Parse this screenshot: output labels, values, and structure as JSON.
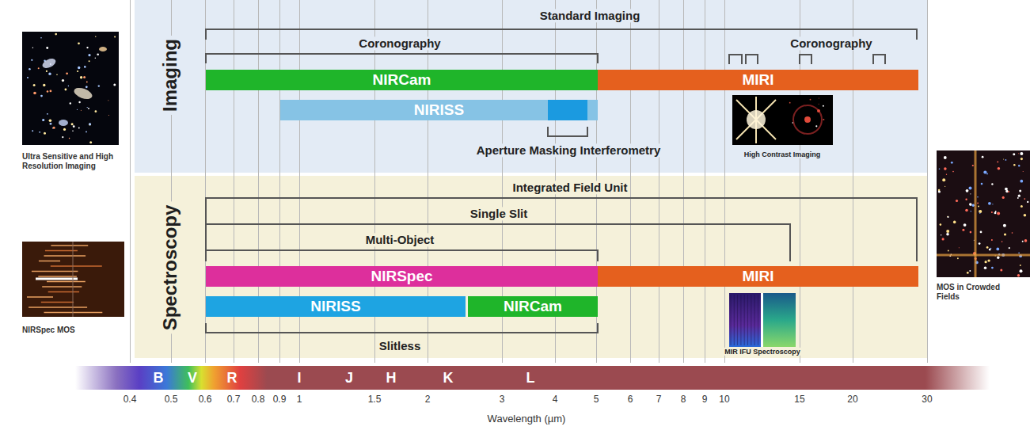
{
  "diagram": {
    "nodes": [
      {
        "text": [
          "Imaging"
        ]
      },
      {
        "text": [
          "NIRCam"
        ],
        "in": 0
      },
      {
        "text": [
          "MIRI"
        ],
        "in": 0
      },
      {
        "text": [
          "NIRISS"
        ],
        "in": 0
      },
      {
        "text": [
          "Spectroscopy"
        ]
      },
      {
        "text": [
          "NIRSpec"
        ],
        "in": 4
      },
      {
        "text": [
          "MIRI"
        ],
        "in": 4
      },
      {
        "text": [
          "NIRISS"
        ],
        "in": 4
      },
      {
        "text": [
          "NIRCam"
        ],
        "in": 4
      }
    ],
    "labels": [
      "Ultra Sensitive and High Resolution Imaging",
      "Standard Imaging",
      "Coronography",
      "Coronography",
      "Aperture Masking Interferometry",
      "High Contrast Imaging",
      "Integrated Field Unit",
      "Single Slit",
      "Multi-Object",
      "NIRSpec MOS",
      "MOS in Crowded Fields",
      "MIR IFU Spectroscopy",
      "Slitless",
      "B",
      "V",
      "R",
      "I",
      "J",
      "H",
      "K",
      "L",
      "0.4",
      "0.5",
      "0.6",
      "0.7",
      "0.8",
      "0.9",
      "1",
      "1.5",
      "2",
      "3",
      "4",
      "5",
      "6",
      "7",
      "8",
      "9",
      "10",
      "15",
      "20",
      "30",
      "Wavelength (µm)"
    ]
  }
}
